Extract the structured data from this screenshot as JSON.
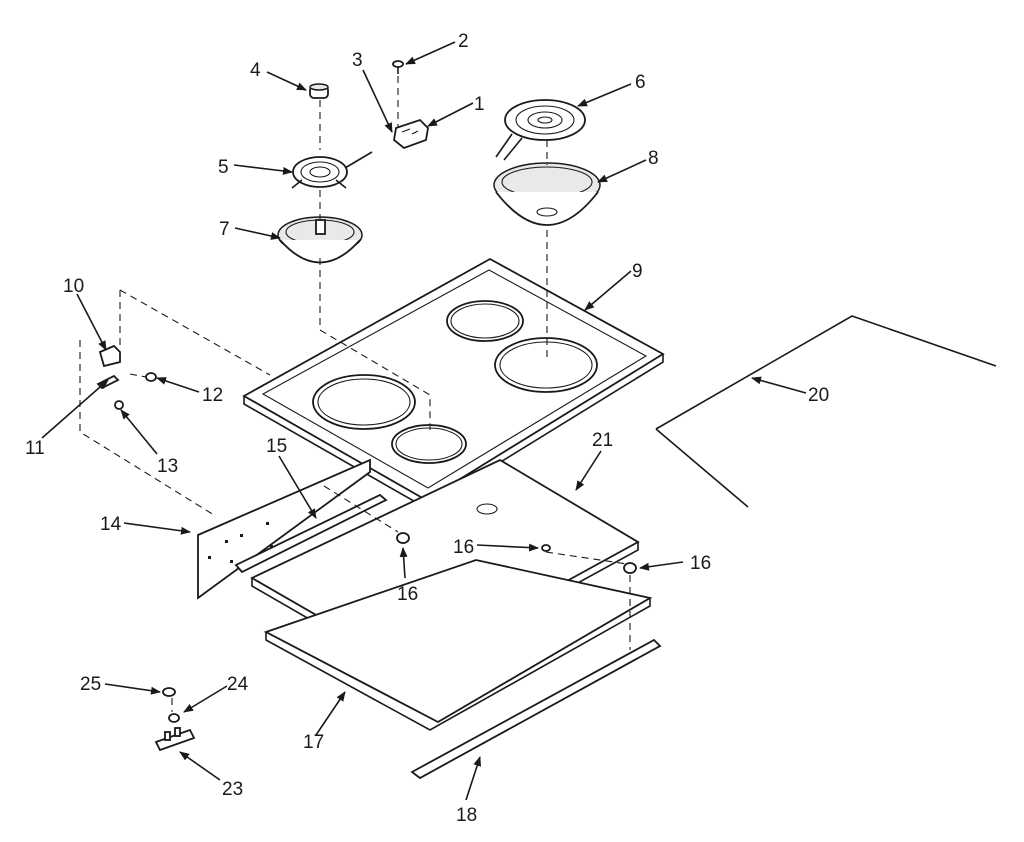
{
  "labels": {
    "p1": "1",
    "p2": "2",
    "p3": "3",
    "p4": "4",
    "p5": "5",
    "p6": "6",
    "p7": "7",
    "p8": "8",
    "p9": "9",
    "p10": "10",
    "p11": "11",
    "p12": "12",
    "p13": "13",
    "p14": "14",
    "p15": "15",
    "p16a": "16",
    "p16b": "16",
    "p16c": "16",
    "p17": "17",
    "p18": "18",
    "p20": "20",
    "p21": "21",
    "p23": "23",
    "p24": "24",
    "p25": "25"
  }
}
